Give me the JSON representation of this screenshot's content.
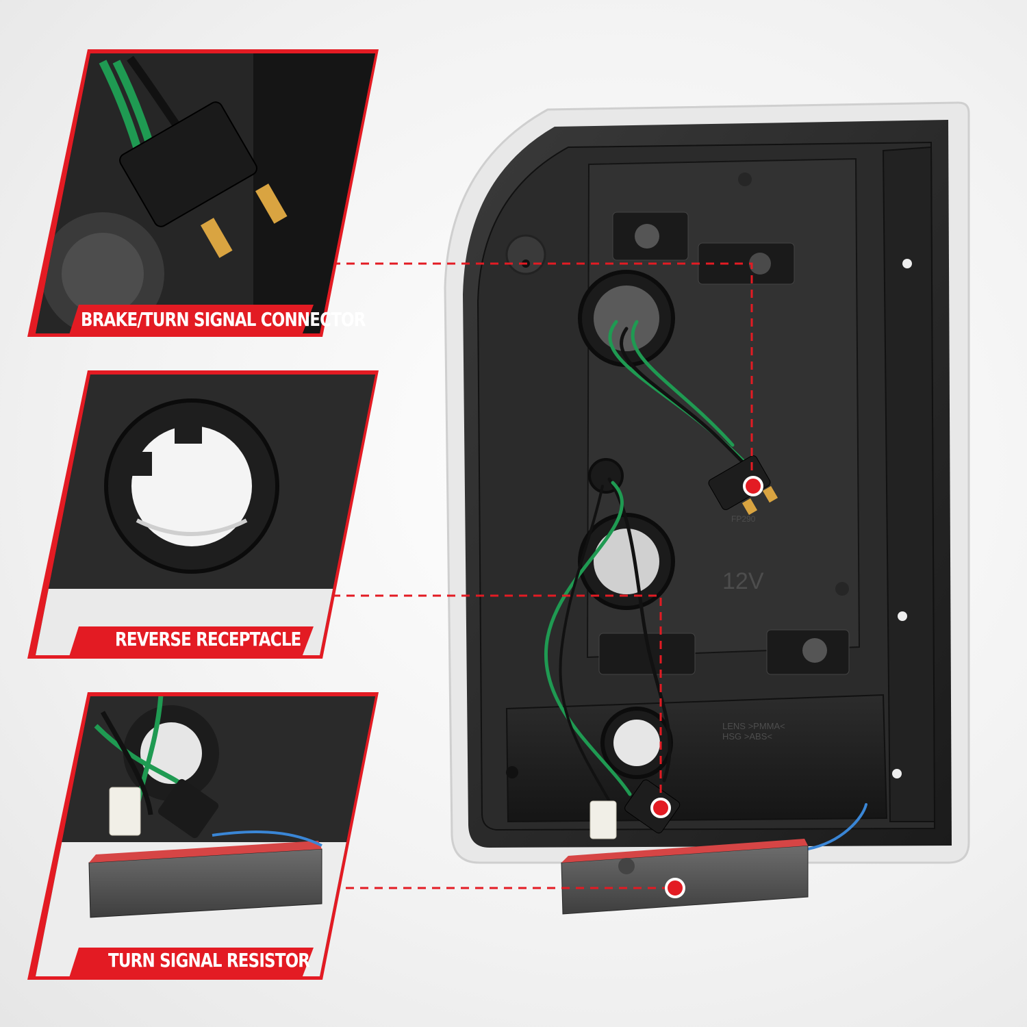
{
  "callouts": [
    {
      "label": "BRAKE/TURN SIGNAL CONNECTOR"
    },
    {
      "label": "REVERSE RECEPTACLE"
    },
    {
      "label": "TURN SIGNAL RESISTOR"
    }
  ],
  "housing_text": {
    "voltage": "12V",
    "part_code": "FP290",
    "lens_material": "LENS >PMMA<",
    "housing_material": "HSG >ABS<"
  },
  "colors": {
    "accent_red": "#e31b23",
    "housing": "#2a2a2a",
    "wire_green": "#1f9a52",
    "resistor_pad": "#d64545"
  }
}
